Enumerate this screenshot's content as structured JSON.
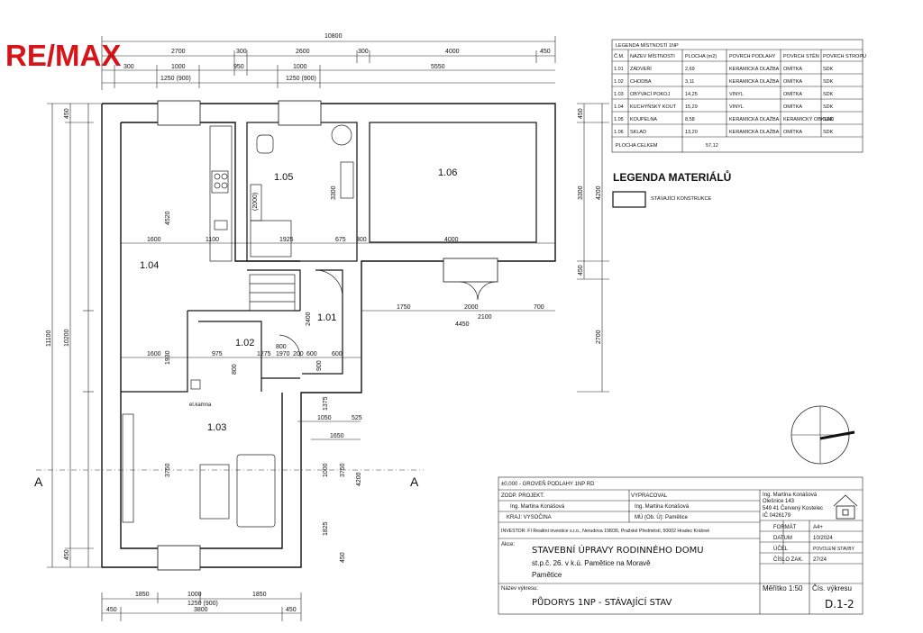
{
  "logo": {
    "text": "RE/MAX",
    "color": "#d7141a"
  },
  "dims_top": {
    "overall": "10800",
    "row1": [
      "2700",
      "300",
      "2600",
      "300",
      "4000",
      "450"
    ],
    "row2": [
      "300",
      "1000",
      "950",
      "1000",
      "5550"
    ],
    "row3": [
      "1250 (900)",
      "1250 (900)"
    ]
  },
  "dims_left": {
    "outer": "11100",
    "inner": "10200",
    "a": "450",
    "b": "4520",
    "c": "1930",
    "d": "3750",
    "e": "450"
  },
  "dims_right": {
    "a": "450",
    "b": "3300",
    "c": "4200",
    "d": "450",
    "e": "2700"
  },
  "dims_bottom": {
    "row1": [
      "1850",
      "1000",
      "1850"
    ],
    "row2": "1250 (900)",
    "row3": [
      "450",
      "3800",
      "450"
    ]
  },
  "plan_dims": {
    "d1600a": "1600",
    "d1100": "1100",
    "d1925": "1925",
    "d675": "675",
    "d300": "300",
    "d4000": "4000",
    "d3300": "3300",
    "d2000": "(2000)",
    "d1750": "1750",
    "d2000b": "2000",
    "d700": "700",
    "d2100": "2100",
    "d4450": "4450",
    "d1600b": "1600",
    "d975": "975",
    "d1275": "1275",
    "d1970a": "1970",
    "d200": "200",
    "d600a": "600",
    "d600b": "600",
    "d800a": "800",
    "d800b": "800",
    "d900": "900",
    "d2400": "2400",
    "d1375": "1375",
    "d1050": "1050",
    "d525": "525",
    "d1650": "1650",
    "d1000": "1000",
    "d3750b": "3750",
    "d4200": "4200",
    "d1825": "1825",
    "d450c": "450",
    "ehk": "el.kamna"
  },
  "rooms": [
    {
      "id": "1.01"
    },
    {
      "id": "1.02"
    },
    {
      "id": "1.03"
    },
    {
      "id": "1.04"
    },
    {
      "id": "1.05"
    },
    {
      "id": "1.06"
    }
  ],
  "section_marks": {
    "left": "A",
    "right": "A"
  },
  "room_table": {
    "title": "LEGENDA MÍSTNOSTÍ 1NP",
    "headers": [
      "Č.M.",
      "NÁZEV MÍSTNOSTI",
      "PLOCHA (m2)",
      "POVRCH PODLAHY",
      "POVRCH STĚN",
      "POVRCH STROPU"
    ],
    "rows": [
      [
        "1.01",
        "ZÁDVEŘÍ",
        "2,69",
        "KERAMICKÁ DLAŽBA",
        "OMÍTKA",
        "SDK"
      ],
      [
        "1.02",
        "CHODBA",
        "3,11",
        "KERAMICKÁ DLAŽBA",
        "OMÍTKA",
        "SDK"
      ],
      [
        "1.03",
        "OBÝVACÍ POKOJ",
        "14,25",
        "VINYL",
        "OMÍTKA",
        "SDK"
      ],
      [
        "1.04",
        "KUCHYŇSKÝ KOUT",
        "15,29",
        "VINYL",
        "OMÍTKA",
        "SDK"
      ],
      [
        "1.05",
        "KOUPELNA",
        "8,58",
        "KERAMICKÁ DLAŽBA",
        "KERAMICKÝ OBKLAD",
        "SDK"
      ],
      [
        "1.06",
        "SKLAD",
        "13,20",
        "KERAMICKÁ DLAŽBA",
        "OMÍTKA",
        "SDK"
      ]
    ],
    "total_label": "PLOCHA CELKEM",
    "total_value": "57,12"
  },
  "legend_materials": {
    "title": "LEGENDA MATERIÁLŮ",
    "item": "STÁVAJÍCÍ KONSTRUKCE"
  },
  "title_block": {
    "level_note": "±0,000  -  GROVEŇ PODLAHY 1NP RD",
    "zodp_label": "ZODP. PROJEKT.",
    "zodp_name": "Ing. Martina Konášová",
    "vypr_label": "VYPRACOVAL",
    "vypr_name": "Ing. Martina Konášová",
    "kraj": "KRAJ: VYSOČINA",
    "mu": "MÚ (Ob. Ú): Pamětice",
    "investor": "INVESTOR: FI Realitní investice s.r.o., Nerudova 198/36, Pražské Předměstí, 50002 Hradec Králové",
    "akce_label": "Akce:",
    "akce_title": "STAVEBNÍ ÚPRAVY RODINNÉHO DOMU",
    "akce_line2": "st.p.č. 26. v k.ú. Pamětice na Moravě",
    "akce_line3": "Pamětice",
    "nazev_label": "Název výkresu:",
    "nazev": "PŮDORYS 1NP  -  STÁVAJÍCÍ STAV",
    "firm": [
      "Ing. Martina Konášová",
      "Olešnice 143",
      "549 41 Červený Kostelec",
      "IČ   0426179"
    ],
    "format_label": "FORMÁT",
    "format": "A4+",
    "datum_label": "DATUM",
    "datum": "10/2024",
    "ucel_label": "ÚČEL",
    "ucel": "POVOLENÍ STAVBY",
    "cislo_label": "ČÍSLO ZAK.",
    "cislo": "27/24",
    "meritko": "Měřítko 1:50",
    "cis_label": "Čís. výkresu",
    "cis": "D.1-2"
  }
}
